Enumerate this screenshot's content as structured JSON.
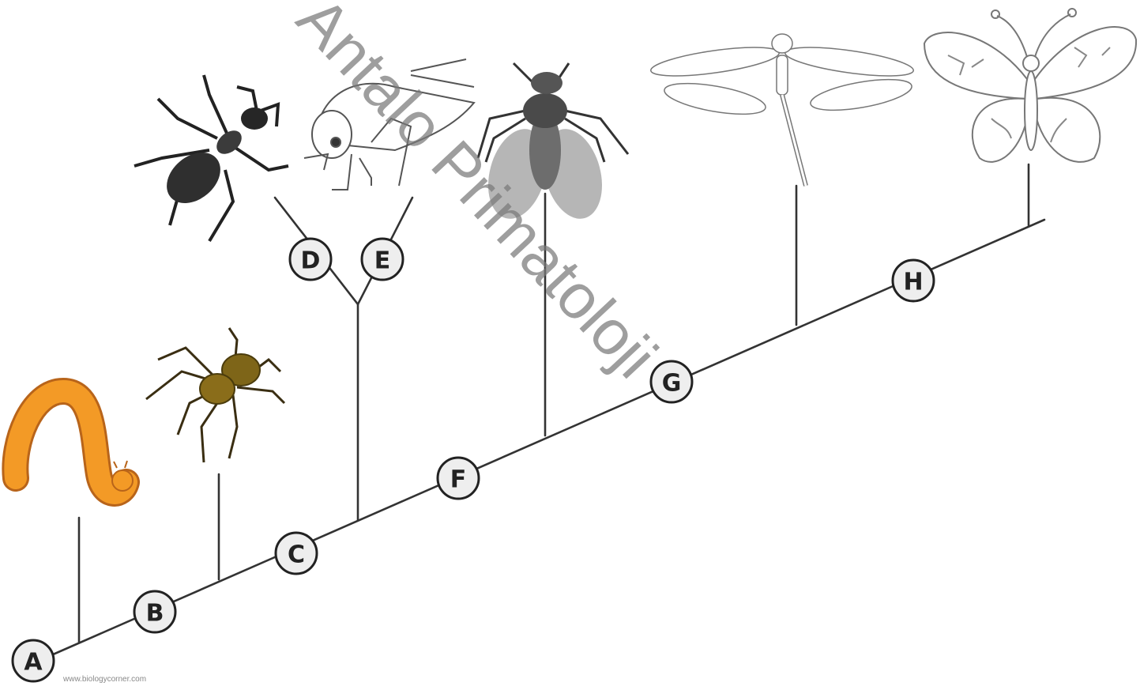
{
  "diagram": {
    "nodes": [
      {
        "id": "A",
        "label": "A"
      },
      {
        "id": "B",
        "label": "B"
      },
      {
        "id": "C",
        "label": "C"
      },
      {
        "id": "D",
        "label": "D"
      },
      {
        "id": "E",
        "label": "E"
      },
      {
        "id": "F",
        "label": "F"
      },
      {
        "id": "G",
        "label": "G"
      },
      {
        "id": "H",
        "label": "H"
      }
    ],
    "organisms": [
      "caterpillar",
      "spider",
      "ant",
      "grasshopper",
      "housefly",
      "dragonfly",
      "butterfly"
    ],
    "credit": "www.biologycorner.com",
    "watermark": "Antalo Primatoloji",
    "colors": {
      "line": "#333333",
      "caterpillar": "#f39a26",
      "spider": "#8a6d1a",
      "ant": "#2f2f2f",
      "fly": "#6d6d6d",
      "outline": "#777777"
    }
  }
}
